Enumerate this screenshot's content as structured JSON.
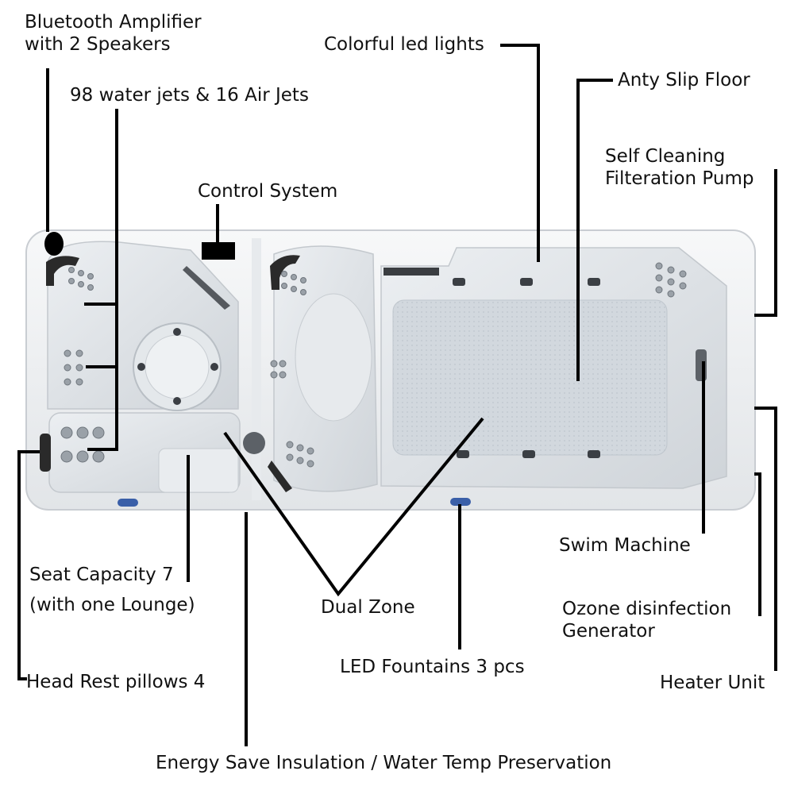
{
  "labels": {
    "bluetooth_line1": "Bluetooth Amplifier",
    "bluetooth_line2": "with 2 Speakers",
    "jets": "98 water jets & 16 Air Jets",
    "control": "Control System",
    "led_lights": "Colorful led lights",
    "anti_slip": "Anty Slip Floor",
    "filter_line1": "Self Cleaning",
    "filter_line2": "Filteration Pump",
    "swim_machine": "Swim Machine",
    "ozone_line1": "Ozone disinfection",
    "ozone_line2": "Generator",
    "heater": "Heater Unit",
    "seat_line1": "Seat Capacity 7",
    "seat_line2": "(with one Lounge)",
    "dual_zone": "Dual Zone",
    "led_fountains": "LED Fountains 3 pcs",
    "head_rest": "Head Rest pillows 4",
    "insulation": "Energy Save Insulation / Water Temp Preservation"
  },
  "colors": {
    "leader": "#000000",
    "shell": "#eef0f2",
    "shell_edge": "#c9cdd2",
    "basin": "#dfe3e7",
    "floor": "#cfd5db",
    "jet": "#7d848b",
    "pillow": "#2a2a2a",
    "fountain": "#3a5fa8"
  },
  "icons": {
    "jet": "jet-nozzle-icon",
    "pillow": "headrest-pillow-icon",
    "speaker": "speaker-icon",
    "fountain": "led-fountain-icon"
  }
}
